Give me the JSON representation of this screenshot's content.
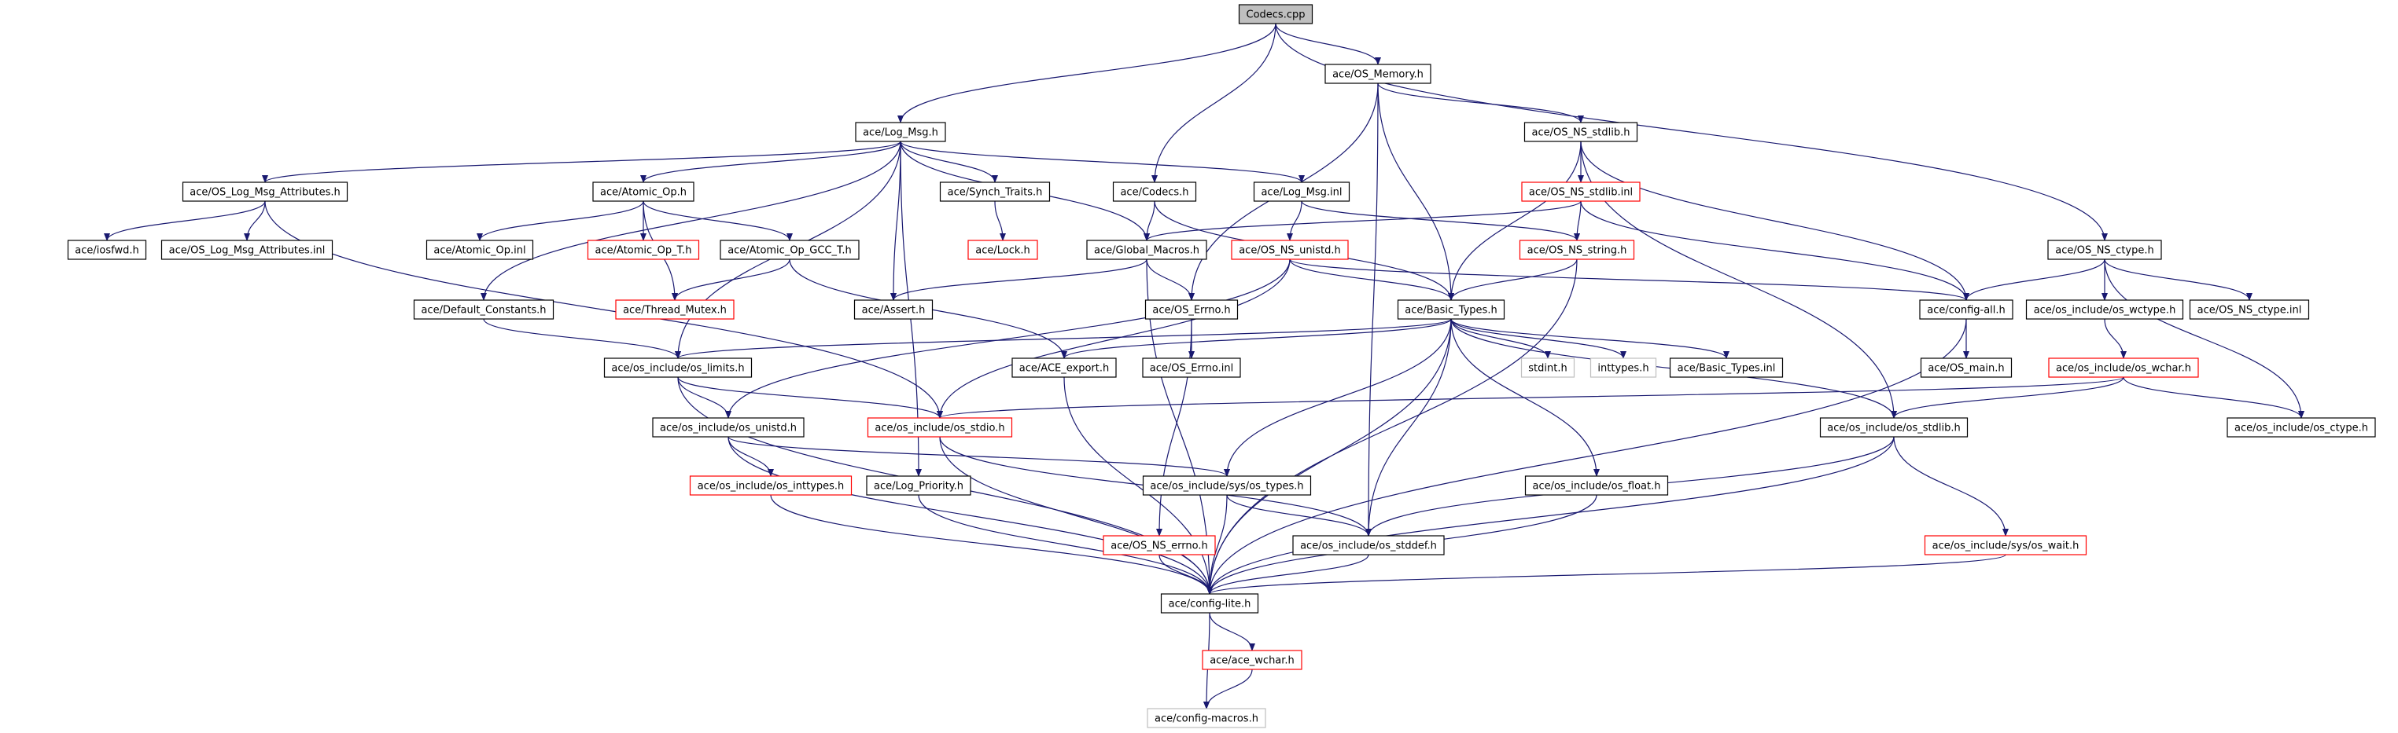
{
  "graph": {
    "colors": {
      "edge": "#191970",
      "border_normal": "#000000",
      "border_truncated": "#ff0000",
      "border_undocumented": "#bfbfbf",
      "fill_root": "#bfbfbf",
      "fill_default": "#ffffff"
    },
    "nodes": [
      {
        "id": "codecs_cpp",
        "label": "Codecs.cpp",
        "style": "root"
      },
      {
        "id": "os_memory_h",
        "label": "ace/OS_Memory.h",
        "style": "normal"
      },
      {
        "id": "log_msg_h",
        "label": "ace/Log_Msg.h",
        "style": "normal"
      },
      {
        "id": "os_ns_stdlib_h",
        "label": "ace/OS_NS_stdlib.h",
        "style": "normal"
      },
      {
        "id": "os_log_msg_attributes_h",
        "label": "ace/OS_Log_Msg_Attributes.h",
        "style": "normal"
      },
      {
        "id": "atomic_op_h",
        "label": "ace/Atomic_Op.h",
        "style": "normal"
      },
      {
        "id": "synch_traits_h",
        "label": "ace/Synch_Traits.h",
        "style": "normal"
      },
      {
        "id": "codecs_h",
        "label": "ace/Codecs.h",
        "style": "normal"
      },
      {
        "id": "log_msg_inl",
        "label": "ace/Log_Msg.inl",
        "style": "normal"
      },
      {
        "id": "os_ns_stdlib_inl",
        "label": "ace/OS_NS_stdlib.inl",
        "style": "truncated"
      },
      {
        "id": "iosfwd_h",
        "label": "ace/iosfwd.h",
        "style": "normal"
      },
      {
        "id": "os_log_msg_attributes_inl",
        "label": "ace/OS_Log_Msg_Attributes.inl",
        "style": "normal"
      },
      {
        "id": "atomic_op_inl",
        "label": "ace/Atomic_Op.inl",
        "style": "normal"
      },
      {
        "id": "atomic_op_t_h",
        "label": "ace/Atomic_Op_T.h",
        "style": "truncated"
      },
      {
        "id": "atomic_op_gcc_t_h",
        "label": "ace/Atomic_Op_GCC_T.h",
        "style": "normal"
      },
      {
        "id": "lock_h",
        "label": "ace/Lock.h",
        "style": "truncated"
      },
      {
        "id": "global_macros_h",
        "label": "ace/Global_Macros.h",
        "style": "normal"
      },
      {
        "id": "os_ns_unistd_h",
        "label": "ace/OS_NS_unistd.h",
        "style": "truncated"
      },
      {
        "id": "os_ns_string_h",
        "label": "ace/OS_NS_string.h",
        "style": "truncated"
      },
      {
        "id": "os_ns_ctype_h",
        "label": "ace/OS_NS_ctype.h",
        "style": "normal"
      },
      {
        "id": "default_constants_h",
        "label": "ace/Default_Constants.h",
        "style": "normal"
      },
      {
        "id": "thread_mutex_h",
        "label": "ace/Thread_Mutex.h",
        "style": "truncated"
      },
      {
        "id": "assert_h",
        "label": "ace/Assert.h",
        "style": "normal"
      },
      {
        "id": "os_errno_h",
        "label": "ace/OS_Errno.h",
        "style": "normal"
      },
      {
        "id": "basic_types_h",
        "label": "ace/Basic_Types.h",
        "style": "normal"
      },
      {
        "id": "config_all_h",
        "label": "ace/config-all.h",
        "style": "normal"
      },
      {
        "id": "os_include_os_wctype_h",
        "label": "ace/os_include/os_wctype.h",
        "style": "normal"
      },
      {
        "id": "os_ns_ctype_inl",
        "label": "ace/OS_NS_ctype.inl",
        "style": "normal"
      },
      {
        "id": "os_include_os_limits_h",
        "label": "ace/os_include/os_limits.h",
        "style": "normal"
      },
      {
        "id": "ace_export_h",
        "label": "ace/ACE_export.h",
        "style": "normal"
      },
      {
        "id": "os_errno_inl",
        "label": "ace/OS_Errno.inl",
        "style": "normal"
      },
      {
        "id": "stdint_h",
        "label": "stdint.h",
        "style": "undocumented"
      },
      {
        "id": "inttypes_h",
        "label": "inttypes.h",
        "style": "undocumented"
      },
      {
        "id": "basic_types_inl",
        "label": "ace/Basic_Types.inl",
        "style": "normal"
      },
      {
        "id": "os_main_h",
        "label": "ace/OS_main.h",
        "style": "normal"
      },
      {
        "id": "os_include_os_wchar_h",
        "label": "ace/os_include/os_wchar.h",
        "style": "truncated"
      },
      {
        "id": "os_include_os_stdio_h",
        "label": "ace/os_include/os_stdio.h",
        "style": "truncated"
      },
      {
        "id": "os_include_os_unistd_h",
        "label": "ace/os_include/os_unistd.h",
        "style": "normal"
      },
      {
        "id": "os_include_os_stdlib_h",
        "label": "ace/os_include/os_stdlib.h",
        "style": "normal"
      },
      {
        "id": "os_include_os_ctype_h",
        "label": "ace/os_include/os_ctype.h",
        "style": "normal"
      },
      {
        "id": "os_include_os_inttypes_h",
        "label": "ace/os_include/os_inttypes.h",
        "style": "truncated"
      },
      {
        "id": "log_priority_h",
        "label": "ace/Log_Priority.h",
        "style": "normal"
      },
      {
        "id": "os_include_sys_os_types_h",
        "label": "ace/os_include/sys/os_types.h",
        "style": "normal"
      },
      {
        "id": "os_include_os_float_h",
        "label": "ace/os_include/os_float.h",
        "style": "normal"
      },
      {
        "id": "os_ns_errno_h",
        "label": "ace/OS_NS_errno.h",
        "style": "truncated"
      },
      {
        "id": "os_include_os_stddef_h",
        "label": "ace/os_include/os_stddef.h",
        "style": "normal"
      },
      {
        "id": "os_include_sys_os_wait_h",
        "label": "ace/os_include/sys/os_wait.h",
        "style": "truncated"
      },
      {
        "id": "config_lite_h",
        "label": "ace/config-lite.h",
        "style": "normal"
      },
      {
        "id": "ace_wchar_h",
        "label": "ace/ace_wchar.h",
        "style": "truncated"
      },
      {
        "id": "config_macros_h",
        "label": "ace/config-macros.h",
        "style": "undocumented"
      }
    ],
    "edges": [
      [
        "codecs_cpp",
        "log_msg_h"
      ],
      [
        "codecs_cpp",
        "os_memory_h"
      ],
      [
        "codecs_cpp",
        "codecs_h"
      ],
      [
        "codecs_cpp",
        "os_ns_ctype_h"
      ],
      [
        "os_memory_h",
        "os_ns_stdlib_h"
      ],
      [
        "os_memory_h",
        "os_errno_h"
      ],
      [
        "os_memory_h",
        "basic_types_h"
      ],
      [
        "os_memory_h",
        "os_include_os_stddef_h"
      ],
      [
        "log_msg_h",
        "os_log_msg_attributes_h"
      ],
      [
        "log_msg_h",
        "atomic_op_h"
      ],
      [
        "log_msg_h",
        "synch_traits_h"
      ],
      [
        "log_msg_h",
        "log_msg_inl"
      ],
      [
        "log_msg_h",
        "global_macros_h"
      ],
      [
        "log_msg_h",
        "default_constants_h"
      ],
      [
        "log_msg_h",
        "assert_h"
      ],
      [
        "log_msg_h",
        "os_include_os_limits_h"
      ],
      [
        "log_msg_h",
        "log_priority_h"
      ],
      [
        "os_log_msg_attributes_h",
        "iosfwd_h"
      ],
      [
        "os_log_msg_attributes_h",
        "os_log_msg_attributes_inl"
      ],
      [
        "os_log_msg_attributes_h",
        "os_include_os_stdio_h"
      ],
      [
        "atomic_op_h",
        "atomic_op_inl"
      ],
      [
        "atomic_op_h",
        "atomic_op_t_h"
      ],
      [
        "atomic_op_h",
        "atomic_op_gcc_t_h"
      ],
      [
        "atomic_op_h",
        "thread_mutex_h"
      ],
      [
        "atomic_op_gcc_t_h",
        "thread_mutex_h"
      ],
      [
        "atomic_op_gcc_t_h",
        "ace_export_h"
      ],
      [
        "synch_traits_h",
        "lock_h"
      ],
      [
        "codecs_h",
        "global_macros_h"
      ],
      [
        "codecs_h",
        "basic_types_h"
      ],
      [
        "log_msg_inl",
        "os_ns_unistd_h"
      ],
      [
        "log_msg_inl",
        "os_ns_string_h"
      ],
      [
        "os_ns_stdlib_h",
        "os_ns_stdlib_inl"
      ],
      [
        "os_ns_stdlib_h",
        "basic_types_h"
      ],
      [
        "os_ns_stdlib_h",
        "config_all_h"
      ],
      [
        "os_ns_stdlib_h",
        "os_include_os_stdlib_h"
      ],
      [
        "os_ns_stdlib_inl",
        "global_macros_h"
      ],
      [
        "os_ns_stdlib_inl",
        "os_ns_string_h"
      ],
      [
        "os_ns_stdlib_inl",
        "config_all_h"
      ],
      [
        "global_macros_h",
        "assert_h"
      ],
      [
        "global_macros_h",
        "os_errno_h"
      ],
      [
        "global_macros_h",
        "config_lite_h"
      ],
      [
        "os_ns_unistd_h",
        "basic_types_h"
      ],
      [
        "os_ns_unistd_h",
        "config_all_h"
      ],
      [
        "os_ns_unistd_h",
        "os_include_os_unistd_h"
      ],
      [
        "os_ns_unistd_h",
        "os_include_os_stdio_h"
      ],
      [
        "os_ns_string_h",
        "basic_types_h"
      ],
      [
        "os_ns_string_h",
        "config_lite_h"
      ],
      [
        "os_ns_ctype_h",
        "config_all_h"
      ],
      [
        "os_ns_ctype_h",
        "os_include_os_wctype_h"
      ],
      [
        "os_ns_ctype_h",
        "os_ns_ctype_inl"
      ],
      [
        "os_ns_ctype_h",
        "os_include_os_ctype_h"
      ],
      [
        "default_constants_h",
        "os_include_os_limits_h"
      ],
      [
        "os_errno_h",
        "os_errno_inl"
      ],
      [
        "os_errno_h",
        "os_ns_errno_h"
      ],
      [
        "basic_types_h",
        "os_include_os_limits_h"
      ],
      [
        "basic_types_h",
        "ace_export_h"
      ],
      [
        "basic_types_h",
        "stdint_h"
      ],
      [
        "basic_types_h",
        "inttypes_h"
      ],
      [
        "basic_types_h",
        "basic_types_inl"
      ],
      [
        "basic_types_h",
        "os_include_os_stdlib_h"
      ],
      [
        "basic_types_h",
        "os_include_sys_os_types_h"
      ],
      [
        "basic_types_h",
        "os_include_os_float_h"
      ],
      [
        "basic_types_h",
        "os_include_os_stddef_h"
      ],
      [
        "basic_types_h",
        "config_lite_h"
      ],
      [
        "config_all_h",
        "os_main_h"
      ],
      [
        "config_all_h",
        "config_lite_h"
      ],
      [
        "os_include_os_wctype_h",
        "os_include_os_wchar_h"
      ],
      [
        "os_include_os_wchar_h",
        "os_include_os_stdio_h"
      ],
      [
        "os_include_os_wchar_h",
        "os_include_os_stdlib_h"
      ],
      [
        "os_include_os_wchar_h",
        "os_include_os_ctype_h"
      ],
      [
        "os_include_os_limits_h",
        "os_include_os_unistd_h"
      ],
      [
        "os_include_os_limits_h",
        "os_include_os_stdio_h"
      ],
      [
        "os_include_os_limits_h",
        "config_lite_h"
      ],
      [
        "ace_export_h",
        "config_lite_h"
      ],
      [
        "os_include_os_stdio_h",
        "os_include_os_stddef_h"
      ],
      [
        "os_include_os_stdio_h",
        "config_lite_h"
      ],
      [
        "os_include_os_unistd_h",
        "os_include_os_inttypes_h"
      ],
      [
        "os_include_os_unistd_h",
        "os_include_sys_os_types_h"
      ],
      [
        "os_include_os_unistd_h",
        "config_lite_h"
      ],
      [
        "os_include_os_stdlib_h",
        "os_include_os_stddef_h"
      ],
      [
        "os_include_os_stdlib_h",
        "os_include_sys_os_wait_h"
      ],
      [
        "os_include_os_stdlib_h",
        "config_lite_h"
      ],
      [
        "os_include_os_inttypes_h",
        "config_lite_h"
      ],
      [
        "log_priority_h",
        "config_lite_h"
      ],
      [
        "os_include_sys_os_types_h",
        "os_include_os_stddef_h"
      ],
      [
        "os_include_sys_os_types_h",
        "config_lite_h"
      ],
      [
        "os_include_os_float_h",
        "config_lite_h"
      ],
      [
        "os_ns_errno_h",
        "config_lite_h"
      ],
      [
        "os_include_os_stddef_h",
        "config_lite_h"
      ],
      [
        "os_include_sys_os_wait_h",
        "config_lite_h"
      ],
      [
        "config_lite_h",
        "ace_wchar_h"
      ],
      [
        "config_lite_h",
        "config_macros_h"
      ],
      [
        "ace_wchar_h",
        "config_macros_h"
      ]
    ]
  }
}
